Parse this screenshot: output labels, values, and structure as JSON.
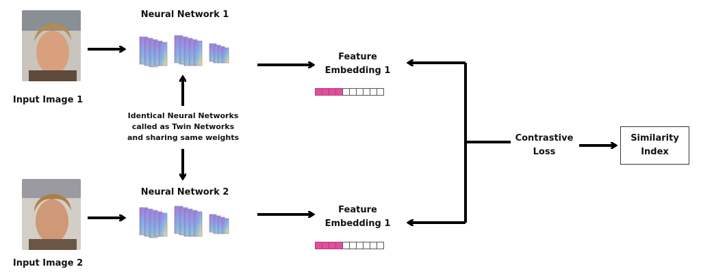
{
  "inputs": [
    {
      "label": "Input Image 1"
    },
    {
      "label": "Input Image 2"
    }
  ],
  "networks": [
    {
      "title": "Neural Network 1"
    },
    {
      "title": "Neural Network 2"
    }
  ],
  "twin_note": {
    "line1": "Identical Neural Networks",
    "line2": "called as Twin Networks",
    "line3": "and sharing same weights"
  },
  "embeddings": [
    {
      "line1": "Feature",
      "line2": "Embedding 1",
      "filled": 4,
      "total": 10
    },
    {
      "line1": "Feature",
      "line2": "Embedding 1",
      "filled": 4,
      "total": 10
    }
  ],
  "loss": {
    "line1": "Contrastive",
    "line2": "Loss"
  },
  "output": {
    "line1": "Similarity",
    "line2": "Index"
  },
  "colors": {
    "embedding_fill": "#e0509a",
    "arrow": "#000000"
  }
}
